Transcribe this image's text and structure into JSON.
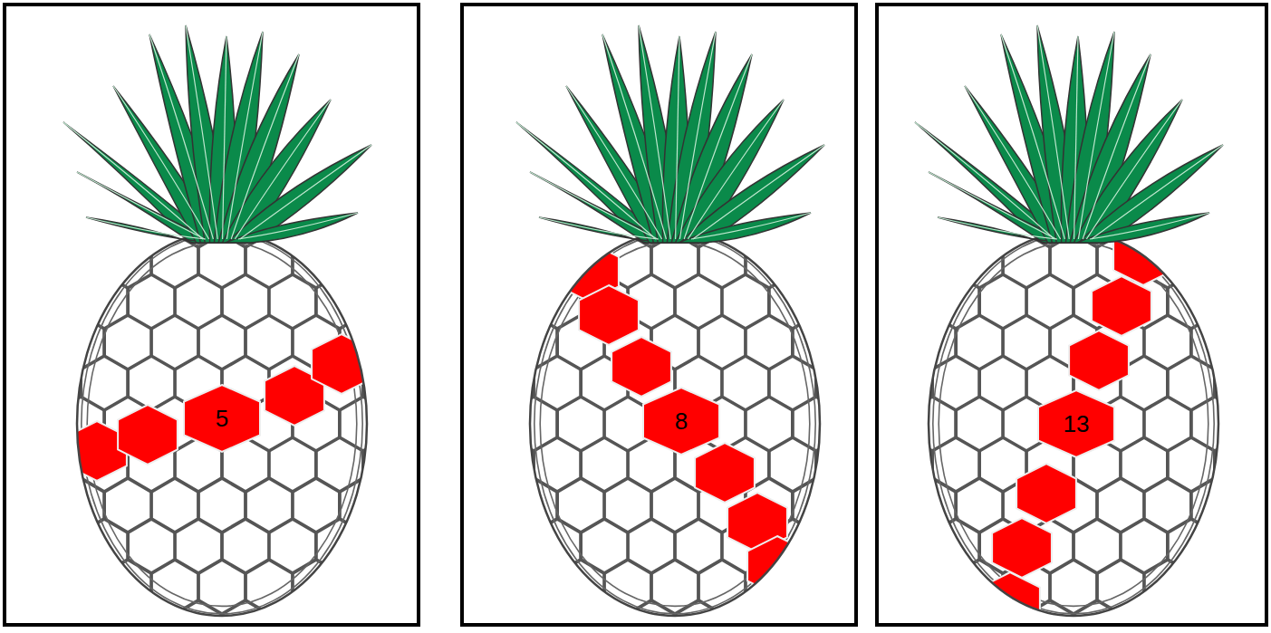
{
  "diagram": {
    "nodes": [
      {
        "text": [
          "5"
        ]
      },
      {
        "text": [
          "8"
        ]
      },
      {
        "text": [
          "13"
        ]
      }
    ]
  }
}
